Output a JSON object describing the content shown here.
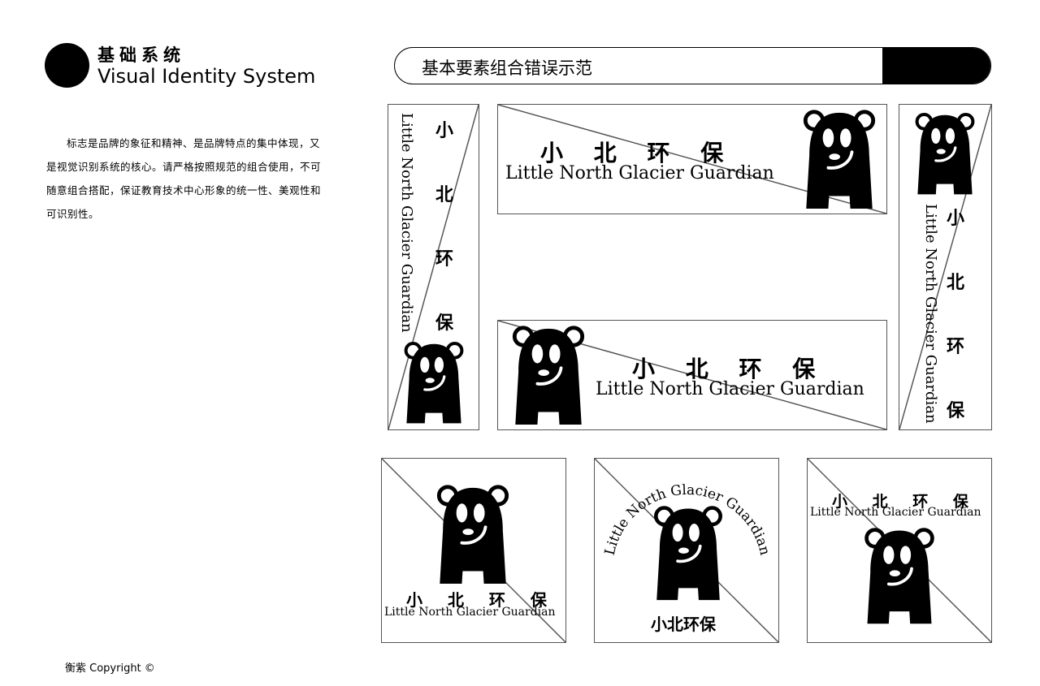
{
  "header": {
    "title_cn": "基础系统",
    "title_en": "Visual Identity System"
  },
  "description": "标志是品牌的象征和精神、是品牌特点的集中体现，又是视觉识别系统的核心。请严格按照规范的组合使用，不可随意组合搭配，保证教育技术中心形象的统一性、美观性和可识别性。",
  "section": {
    "title": "基本要素组合错误示范"
  },
  "logo": {
    "cn_spaced": "小 北 环 保",
    "cn_compact": "小北环保",
    "cn_chars": [
      "小",
      "北",
      "环",
      "保"
    ],
    "en": "Little North Glacier Guardian"
  },
  "footer": {
    "copyright": "衡紫 Copyright ©"
  },
  "colors": {
    "ink": "#000000",
    "frame": "#555555",
    "background": "#ffffff"
  }
}
